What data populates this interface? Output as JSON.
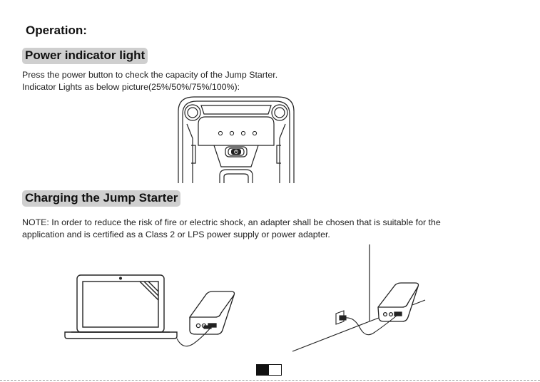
{
  "heading": "Operation:",
  "section1": {
    "title": "Power indicator light",
    "line1": "Press the power button to check the capacity of the Jump Starter.",
    "line2": "Indicator Lights as below picture(25%/50%/75%/100%):"
  },
  "section2": {
    "title": "Charging the Jump Starter",
    "line1": "NOTE: In order to reduce the risk of fire or electric shock, an adapter shall be chosen that is suitable for the",
    "line2": "application and is certified as a Class 2 or LPS power supply or power adapter."
  },
  "indicator": {
    "lights_total": 4
  },
  "icons": [
    "jump-starter-top-illustration",
    "power-button-icon",
    "laptop-icon",
    "jump-starter-icon",
    "wall-socket-icon",
    "usb-cable-icon"
  ]
}
